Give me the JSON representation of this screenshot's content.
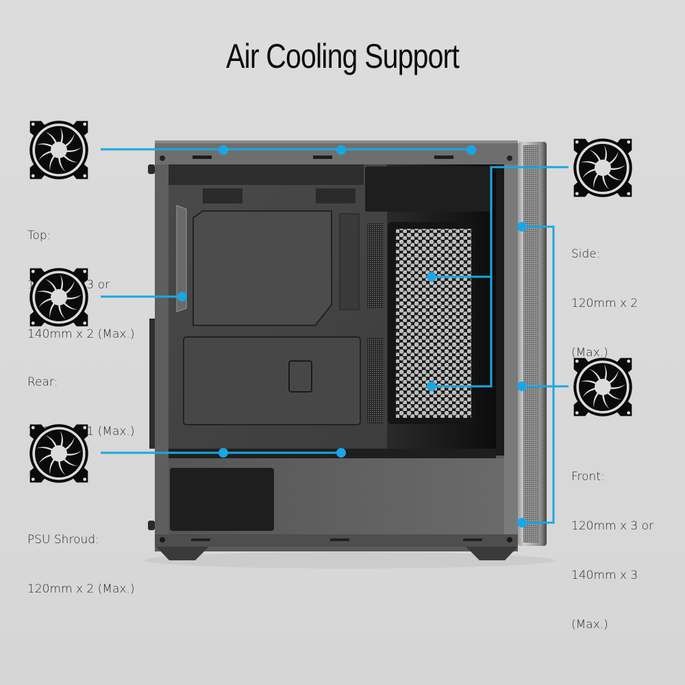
{
  "title": "Air Cooling Support",
  "accent_color": "#1aa6e4",
  "background_color": "#d9d9d9",
  "fan_positions": [
    {
      "id": "top",
      "icon": "fan-icon",
      "heading": "Top:",
      "lines": [
        "120mm x 3 or",
        "140mm x 2 (Max.)"
      ],
      "side": "left"
    },
    {
      "id": "rear",
      "icon": "fan-icon",
      "heading": "Rear:",
      "lines": [
        "120mm x 1 (Max.)"
      ],
      "side": "left"
    },
    {
      "id": "psu-shroud",
      "icon": "fan-icon",
      "heading": "PSU Shroud:",
      "lines": [
        "120mm x 2 (Max.)"
      ],
      "side": "left"
    },
    {
      "id": "side",
      "icon": "fan-icon",
      "heading": "Side:",
      "lines": [
        "120mm x 2",
        "(Max.)"
      ],
      "side": "right"
    },
    {
      "id": "front",
      "icon": "fan-icon",
      "heading": "Front:",
      "lines": [
        "120mm x 3 or",
        "140mm x 3",
        "(Max.)"
      ],
      "side": "right"
    }
  ],
  "product_image": "pc-case-side-view"
}
